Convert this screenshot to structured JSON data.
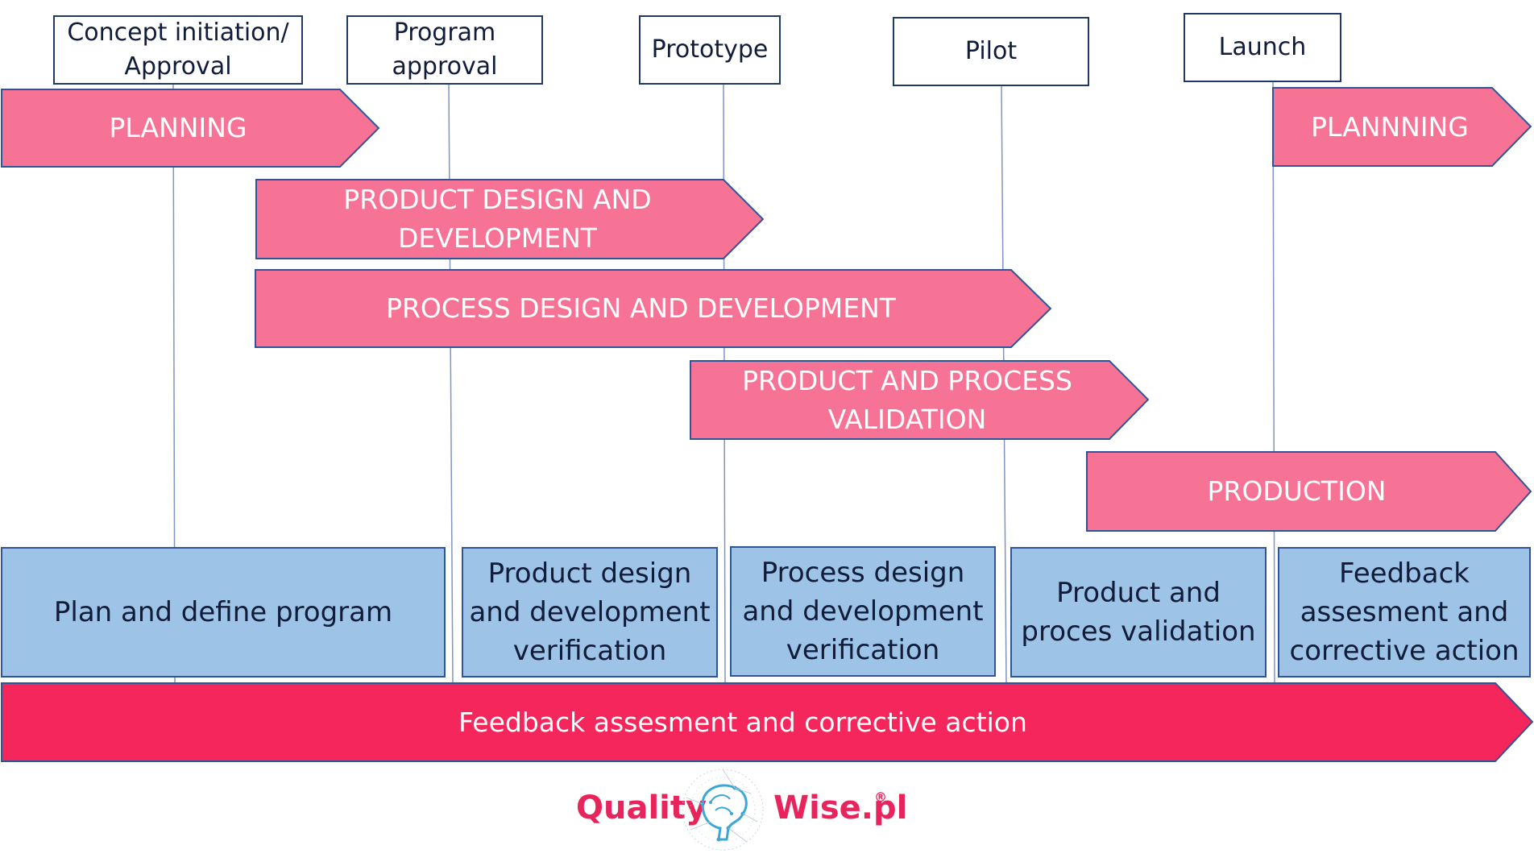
{
  "milestones": [
    {
      "label": "Concept initiation/\nApproval"
    },
    {
      "label": "Program\napproval"
    },
    {
      "label": "Prototype"
    },
    {
      "label": "Pilot"
    },
    {
      "label": "Launch"
    }
  ],
  "phases": [
    {
      "label": "PLANNING"
    },
    {
      "label": "PRODUCT DESIGN AND\nDEVELOPMENT"
    },
    {
      "label": "PROCESS DESIGN AND DEVELOPMENT"
    },
    {
      "label": "PRODUCT AND PROCESS\nVALIDATION"
    },
    {
      "label": "PRODUCTION"
    },
    {
      "label": "PLANNNING"
    }
  ],
  "activities": [
    {
      "label": "Plan and define program"
    },
    {
      "label": "Product design\nand development\nverification"
    },
    {
      "label": "Process design\nand development\nverification"
    },
    {
      "label": "Product and\nproces validation"
    },
    {
      "label": "Feedback\nassesment and\ncorrective action"
    }
  ],
  "feedback_bar": {
    "label": "Feedback assesment and corrective action"
  },
  "logo": {
    "left_word": "Quality",
    "right_word": "Wise.pl",
    "mark": "®"
  },
  "colors": {
    "phase_fill": "#f77396",
    "feedback_fill": "#f4265c",
    "activity_fill": "#9dc3e6",
    "activity_border": "#2f5597",
    "milestone_border": "#1f3864",
    "connector": "#7f95c0",
    "logo_pink": "#e8245d",
    "logo_blue": "#3aa7d8"
  }
}
